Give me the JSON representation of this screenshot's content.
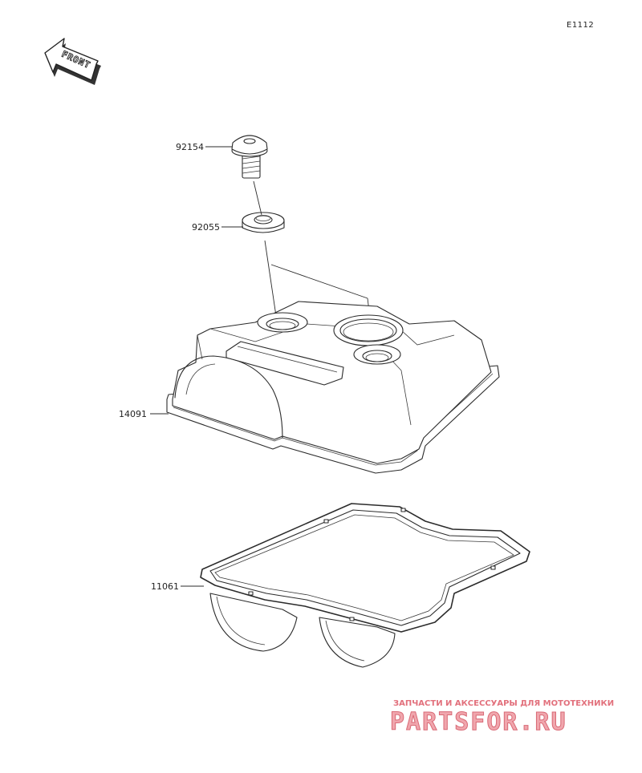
{
  "diagram_code": "E1112",
  "orientation": {
    "label": "FRONT",
    "icon": "front-arrow-icon"
  },
  "parts": [
    {
      "number": "92154",
      "name": "bolt"
    },
    {
      "number": "92055",
      "name": "seal-washer"
    },
    {
      "number": "14091",
      "name": "cylinder-head-cover"
    },
    {
      "number": "11061",
      "name": "cover-gasket"
    }
  ],
  "watermark": {
    "caption": "ЗАПЧАСТИ И АКСЕССУАРЫ ДЛЯ МОТОТЕХНИКИ",
    "logo": "PARTSFOR.RU",
    "color": "#e2707c"
  }
}
